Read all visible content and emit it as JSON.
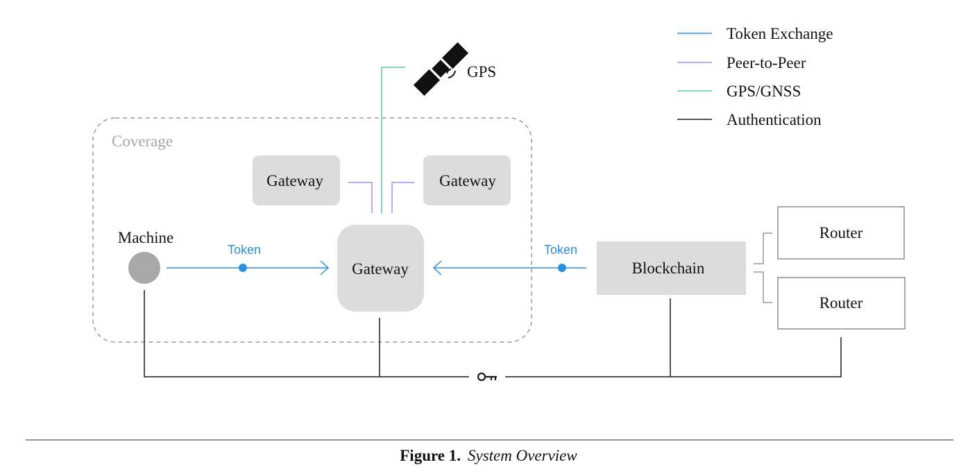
{
  "legend": {
    "items": [
      {
        "label": "Token Exchange",
        "color": "#2b90e0"
      },
      {
        "label": "Peer-to-Peer",
        "color": "#a18ef0"
      },
      {
        "label": "GPS/GNSS",
        "color": "#5fc9a0"
      },
      {
        "label": "Authentication",
        "color": "#1a1a1a"
      }
    ]
  },
  "diagram": {
    "coverage_label": "Coverage",
    "gps_label": "GPS",
    "gps_icon": "satellite-icon",
    "gateway_left_label": "Gateway",
    "gateway_right_label": "Gateway",
    "gateway_center_label": "Gateway",
    "machine_label": "Machine",
    "token_left_label": "Token",
    "token_right_label": "Token",
    "blockchain_label": "Blockchain",
    "router_top_label": "Router",
    "router_bottom_label": "Router",
    "auth_icon": "key-icon"
  },
  "caption": {
    "figure_label": "Figure 1.",
    "title": "System Overview"
  },
  "colors": {
    "token": "#2b90e0",
    "p2p": "#a18ef0",
    "gps": "#5fc9a0",
    "auth": "#1a1a1a",
    "node_fill": "#dcdcdc",
    "machine_fill": "#a8a8a8",
    "coverage_stroke": "#9a9a9a"
  }
}
